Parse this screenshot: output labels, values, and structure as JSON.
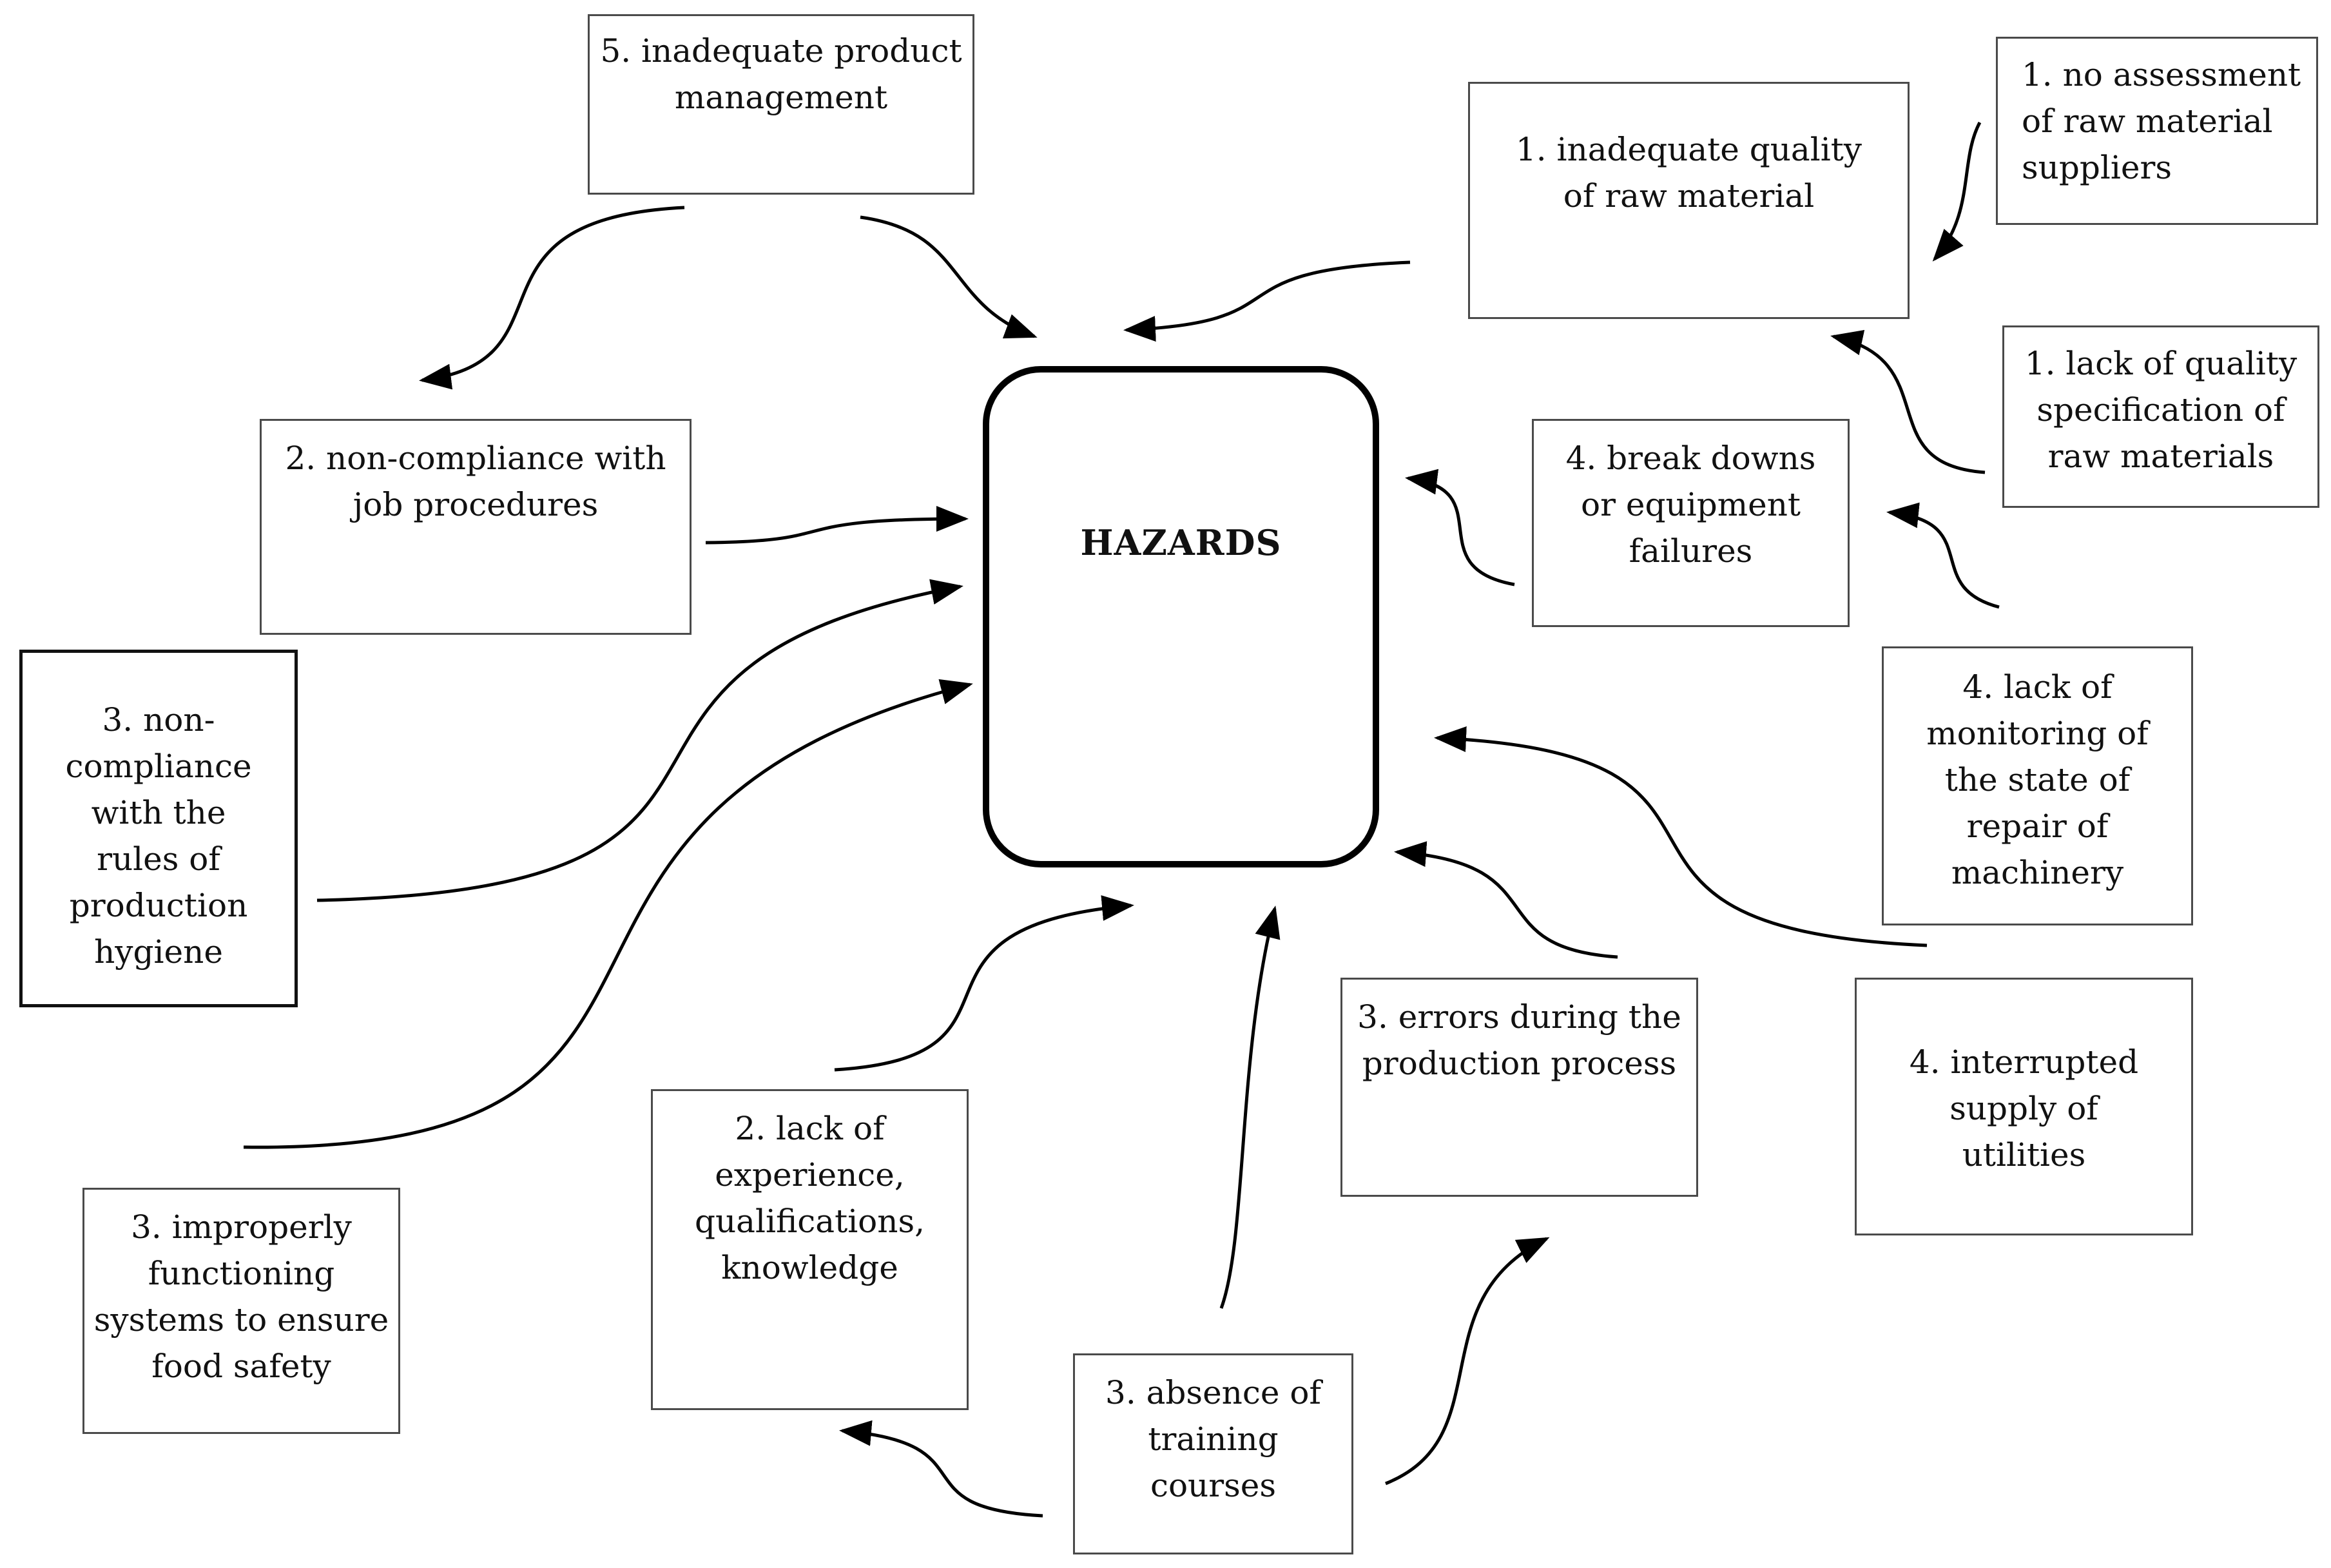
{
  "center": {
    "title": "HAZARDS"
  },
  "boxes": [
    {
      "id": "inadequate-product-management",
      "lines": [
        "5. inadequate product",
        "management"
      ]
    },
    {
      "id": "inadequate-quality-raw-material",
      "lines": [
        "1. inadequate quality",
        "of raw material"
      ]
    },
    {
      "id": "no-assessment-suppliers",
      "lines": [
        "1. no assessment",
        "of raw material",
        "suppliers"
      ]
    },
    {
      "id": "lack-quality-specification",
      "lines": [
        "1. lack of quality",
        "specification of",
        "raw materials"
      ]
    },
    {
      "id": "non-compliance-job-procedures",
      "lines": [
        "2. non-compliance with",
        "job procedures"
      ]
    },
    {
      "id": "break-downs-equipment",
      "lines": [
        "4. break downs",
        "or equipment",
        "failures"
      ]
    },
    {
      "id": "non-compliance-hygiene",
      "lines": [
        "3. non-",
        "compliance",
        "with the",
        "rules of",
        "production",
        "hygiene"
      ]
    },
    {
      "id": "lack-monitoring-repair",
      "lines": [
        "4. lack of",
        "monitoring of",
        "the state of",
        "repair of",
        "machinery"
      ]
    },
    {
      "id": "errors-production-process",
      "lines": [
        "3. errors  during the",
        "production process"
      ]
    },
    {
      "id": "interrupted-supply-utilities",
      "lines": [
        "4. interrupted",
        "supply of",
        "utilities"
      ]
    },
    {
      "id": "lack-experience",
      "lines": [
        "2. lack of",
        "experience,",
        "qualifications,",
        "knowledge"
      ]
    },
    {
      "id": "improperly-functioning-systems",
      "lines": [
        "3. improperly",
        "functioning",
        "systems to ensure",
        "food safety"
      ]
    },
    {
      "id": "absence-training",
      "lines": [
        "3. absence of",
        "training",
        "courses"
      ]
    }
  ]
}
